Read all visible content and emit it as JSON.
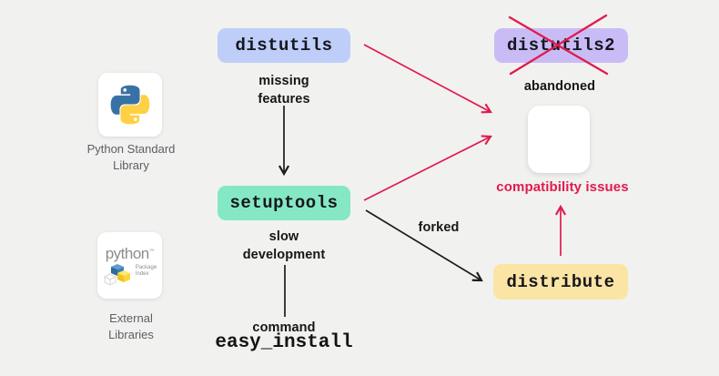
{
  "colors": {
    "background": "#f1f1f0",
    "red": "#e01b4c",
    "black": "#1c1c1c",
    "distutils_bg": "#bfcdf9",
    "distutils2_bg": "#c9bcf6",
    "setuptools_bg": "#85e8c4",
    "distribute_bg": "#fbe5a5"
  },
  "sidebar": {
    "python_card": {
      "icon": "python-logo",
      "label": "Python Standard\nLibrary"
    },
    "pypi_card": {
      "icon": "pypi-logo",
      "wordmark": "python",
      "tm": "™",
      "subtext": "Package\nIndex",
      "label": "External\nLibraries"
    }
  },
  "nodes": {
    "distutils": {
      "label": "distutils"
    },
    "distutils2": {
      "label": "distutils2",
      "status": "abandoned",
      "crossed_out": true
    },
    "setuptools": {
      "label": "setuptools"
    },
    "distribute": {
      "label": "distribute"
    },
    "compatibility": {
      "label": "compatibility issues"
    }
  },
  "annotations": {
    "missing_features": "missing\nfeatures",
    "slow_development": "slow\ndevelopment",
    "forked": "forked",
    "command": "command",
    "easy_install": "easy_install"
  }
}
